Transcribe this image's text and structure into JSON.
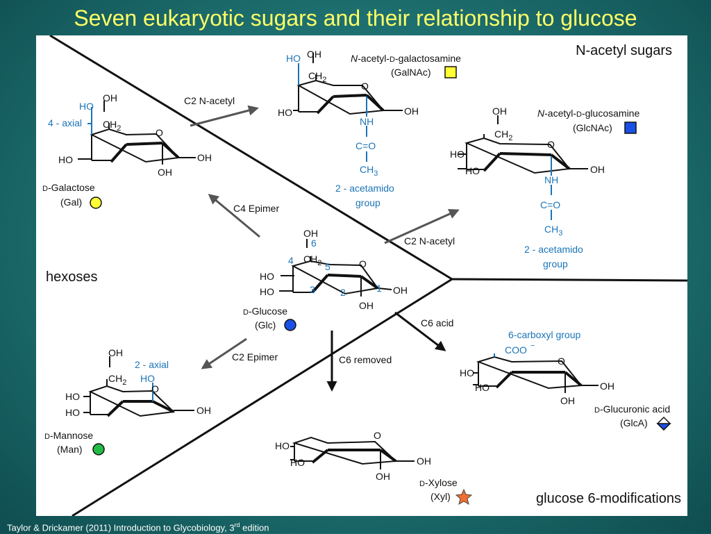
{
  "title": "Seven eukaryotic sugars and their relationship to glucose",
  "regions": {
    "n_acetyl": "N-acetyl sugars",
    "hexoses": "hexoses",
    "glucose6": "glucose 6-modifications"
  },
  "sugars": {
    "galnac": {
      "name_prefix": "N",
      "name_mid": "-acetyl-",
      "name_d": "D",
      "name_rest": "-galactosamine",
      "abbr": "(GalNAc)",
      "symbol": "yellow-square",
      "color": "#ffff33"
    },
    "glcnac": {
      "name_prefix": "N",
      "name_mid": "-acetyl-",
      "name_d": "D",
      "name_rest": "-glucosamine",
      "abbr": "(GlcNAc)",
      "symbol": "blue-square",
      "color": "#1a50e6"
    },
    "galactose": {
      "name_d": "D",
      "name_rest": "-Galactose",
      "abbr": "(Gal)",
      "symbol": "yellow-circle",
      "color": "#ffff33"
    },
    "glucose": {
      "name_d": "D",
      "name_rest": "-Glucose",
      "abbr": "(Glc)",
      "symbol": "blue-circle",
      "color": "#1a50e6"
    },
    "mannose": {
      "name_d": "D",
      "name_rest": "-Mannose",
      "abbr": "(Man)",
      "symbol": "green-circle",
      "color": "#22bb44"
    },
    "glucuronic": {
      "name_d": "D",
      "name_rest": "-Glucuronic acid",
      "abbr": "(GlcA)",
      "symbol": "blue-white-diamond",
      "color": "#1a50e6"
    },
    "xylose": {
      "name_d": "D",
      "name_rest": "-Xylose",
      "abbr": "(Xyl)",
      "symbol": "orange-star",
      "color": "#f07030"
    }
  },
  "arrows": {
    "c2_nacetyl": "C2 N-acetyl",
    "c4_epimer": "C4 Epimer",
    "c2_epimer": "C2 Epimer",
    "c6_acid": "C6 acid",
    "c6_removed": "C6 removed"
  },
  "notes": {
    "axial4": "4 - axial",
    "axial2": "2 - axial",
    "acetamido1": "2 - acetamido",
    "acetamido2": "group",
    "carboxyl": "6-carboxyl group"
  },
  "atoms": {
    "oh": "OH",
    "ho": "HO",
    "o": "O",
    "nh": "NH",
    "co": "C=O",
    "ch2": "CH",
    "ch3": "CH",
    "sub2": "2",
    "sub3": "3",
    "coo": "COO",
    "minus": "−"
  },
  "glc_numbers": [
    "1",
    "2",
    "3",
    "4",
    "5",
    "6"
  ],
  "citation": {
    "text": "Taylor & Drickamer (2011) Introduction to Glycobiology, 3",
    "sup": "rd",
    "tail": " edition"
  }
}
